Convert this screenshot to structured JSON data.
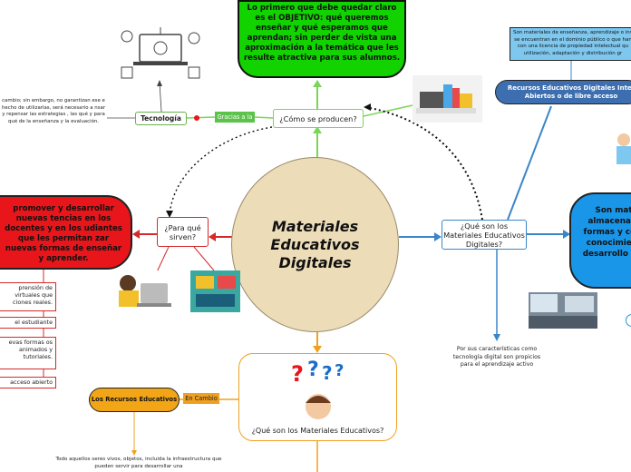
{
  "central": {
    "title": "Materiales Educativos Digitales"
  },
  "objetivo": {
    "text": "Lo primero que debe quedar claro es el OBJETIVO: qué queremos enseñar y qué esperamos que aprendan; sin perder de vista una aproximación a la temática que les resulte atractiva para sus alumnos."
  },
  "como": {
    "label": "¿Cómo se producen?"
  },
  "tecnologia": {
    "label": "Tecnología",
    "connector": "Gracias a la"
  },
  "tecnologia_note": {
    "text": "cambio; sin embargo, no garantizan ese e hecho de utilizarlas, será necesario a nsar y repensar las estrategias , las qué y para qué de la enseñanza y la evaluación."
  },
  "para": {
    "label": "¿Para qué sirven?"
  },
  "promover": {
    "text": "promover y desarrollar nuevas tencias en los docentes y en los udiantes que les permitan zar nuevas formas de enseñar y aprender."
  },
  "bullets": [
    "prensión de virtuales que ciones reales.",
    "el estudiante",
    "evas formas os animados y tutoriales.",
    "acceso abierto"
  ],
  "que_son_dig": {
    "label": "¿Qué son los Materiales Educativos Digitales?"
  },
  "materiales_text": {
    "text": "Son materiales de enseñanza, aprendizaje o inv se encuentran en el dominio público o que han con una licencia de propiedad intelectual qu utilización, adaptación y distribución gr"
  },
  "recursos_dig": {
    "label": "Recursos Educativos Digitales Inter Abiertos o de libre acceso"
  },
  "blue_big": {
    "text": "Son mat almacenan, formas y códi conocimient desarrollo del"
  },
  "por_caracteristicas": {
    "text": "Por sus características como tecnología digital son propicios para el aprendizaje activo"
  },
  "que_son_mat": {
    "label": "¿Qué son los Materiales Educativos?"
  },
  "recursos_edu": {
    "label": "Los Recursos Educativos",
    "connector": "En Cambio"
  },
  "todo_text": {
    "text": "Todo aquellos seres vivos, objetos, incluida la infraestructura que pueden servir para desarrollar una"
  },
  "colors": {
    "green": "#12d200",
    "red": "#e8151a",
    "blue": "#1a96e8",
    "dark_blue": "#3d6fb0",
    "orange": "#f2a516",
    "light_blue": "#7ec8f0",
    "central": "#ecdcb8"
  }
}
